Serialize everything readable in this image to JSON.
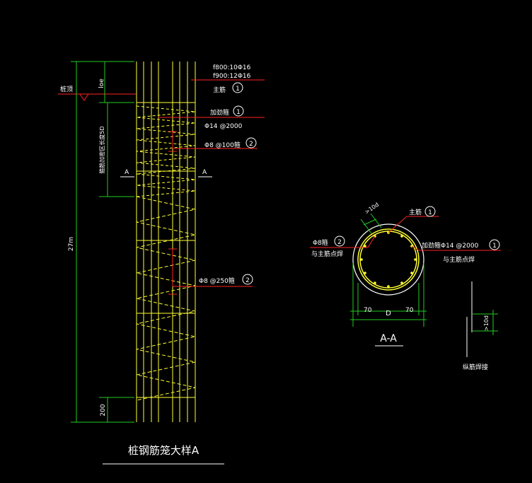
{
  "colors": {
    "background": "#000000",
    "rebar": "#ffff33",
    "dimension": "#22cc22",
    "leader": "#ff2222",
    "pile_outline": "#ffffff",
    "text": "#ffffff"
  },
  "elevation": {
    "spec_line_1": "f800:10Φ16",
    "spec_line_2": "f900:12Φ16",
    "main_bar_label": "主筋",
    "main_bar_mark": "1",
    "pile_top_label": "桩顶",
    "dim_loe": "loe",
    "dim_dense_zone": "箍筋加密区长度5D",
    "dim_total_length": "27m",
    "dim_bottom": "200",
    "stiffener_label": "加劲箍",
    "stiffener_mark": "1",
    "stiffener_spacing": "Φ14 @2000",
    "dense_stirrup_label": "Φ8 @100箍",
    "dense_stirrup_mark": "2",
    "normal_stirrup_label": "Φ8 @250箍",
    "normal_stirrup_mark": "2",
    "section_mark_left": "A",
    "section_mark_right": "A",
    "title": "桩钢筋笼大样A"
  },
  "section": {
    "cover_label": ">10d",
    "main_bar_label": "主筋",
    "main_bar_mark": "1",
    "stirrup_label": "Φ8箍",
    "stirrup_mark": "2",
    "stirrup_weld_note": "与主筋点焊",
    "stiffener_label": "加劲箍Φ14 @2000",
    "stiffener_mark": "1",
    "stiffener_weld_note": "与主筋点焊",
    "dim_left": "70",
    "dim_diameter": "D",
    "dim_right": "70",
    "title": "A-A"
  },
  "weld_detail": {
    "lap_label": ">10d",
    "note": "纵筋焊接"
  }
}
